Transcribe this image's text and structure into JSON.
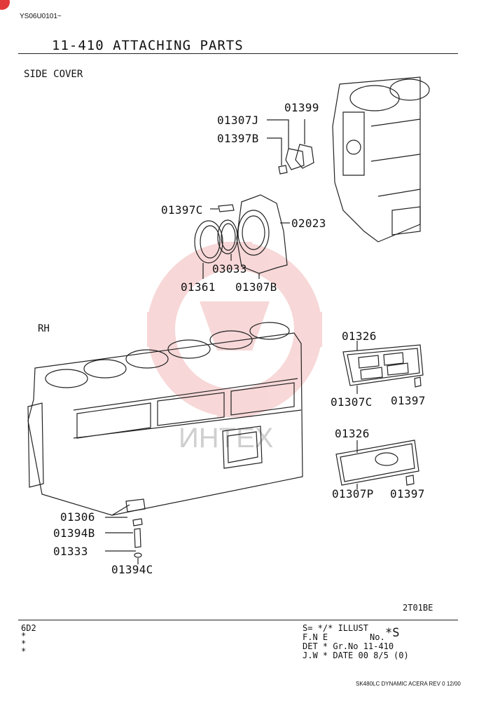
{
  "header": {
    "doc_code": "YS06U0101~",
    "title": "11-410  ATTACHING PARTS"
  },
  "sections": {
    "side_cover": "SIDE COVER",
    "rh": "RH"
  },
  "part_labels": {
    "p01399": "01399",
    "p01307J": "01307J",
    "p01397B": "01397B",
    "p01397C": "01397C",
    "p02023": "02023",
    "p03033": "03033",
    "p01361": "01361",
    "p01307B": "01307B",
    "p01326a": "01326",
    "p01307C": "01307C",
    "p01397a": "01397",
    "p01326b": "01326",
    "p01307P": "01307P",
    "p01397b": "01397",
    "p01306": "01306",
    "p01394B": "01394B",
    "p01333": "01333",
    "p01394C": "01394C"
  },
  "illust_code": "2T01BE",
  "watermark": "ИНТЕХ",
  "footer": {
    "model": "6D2",
    "stars": [
      "*",
      "*",
      "*"
    ],
    "line1": "S= */*  ILLUST",
    "no_label": "No.",
    "no_value": "*S",
    "line2": "F.N E",
    "line3": "DET *     Gr.No 11-410",
    "line4": "J.W *     DATE  00 8/5     (0)",
    "bottom_note": "SK480LC DYNAMIC ACERA REV 0 12/00"
  },
  "colors": {
    "ink": "#222222",
    "watermark": "#f2b8b8",
    "dot": "#e23a3a"
  }
}
